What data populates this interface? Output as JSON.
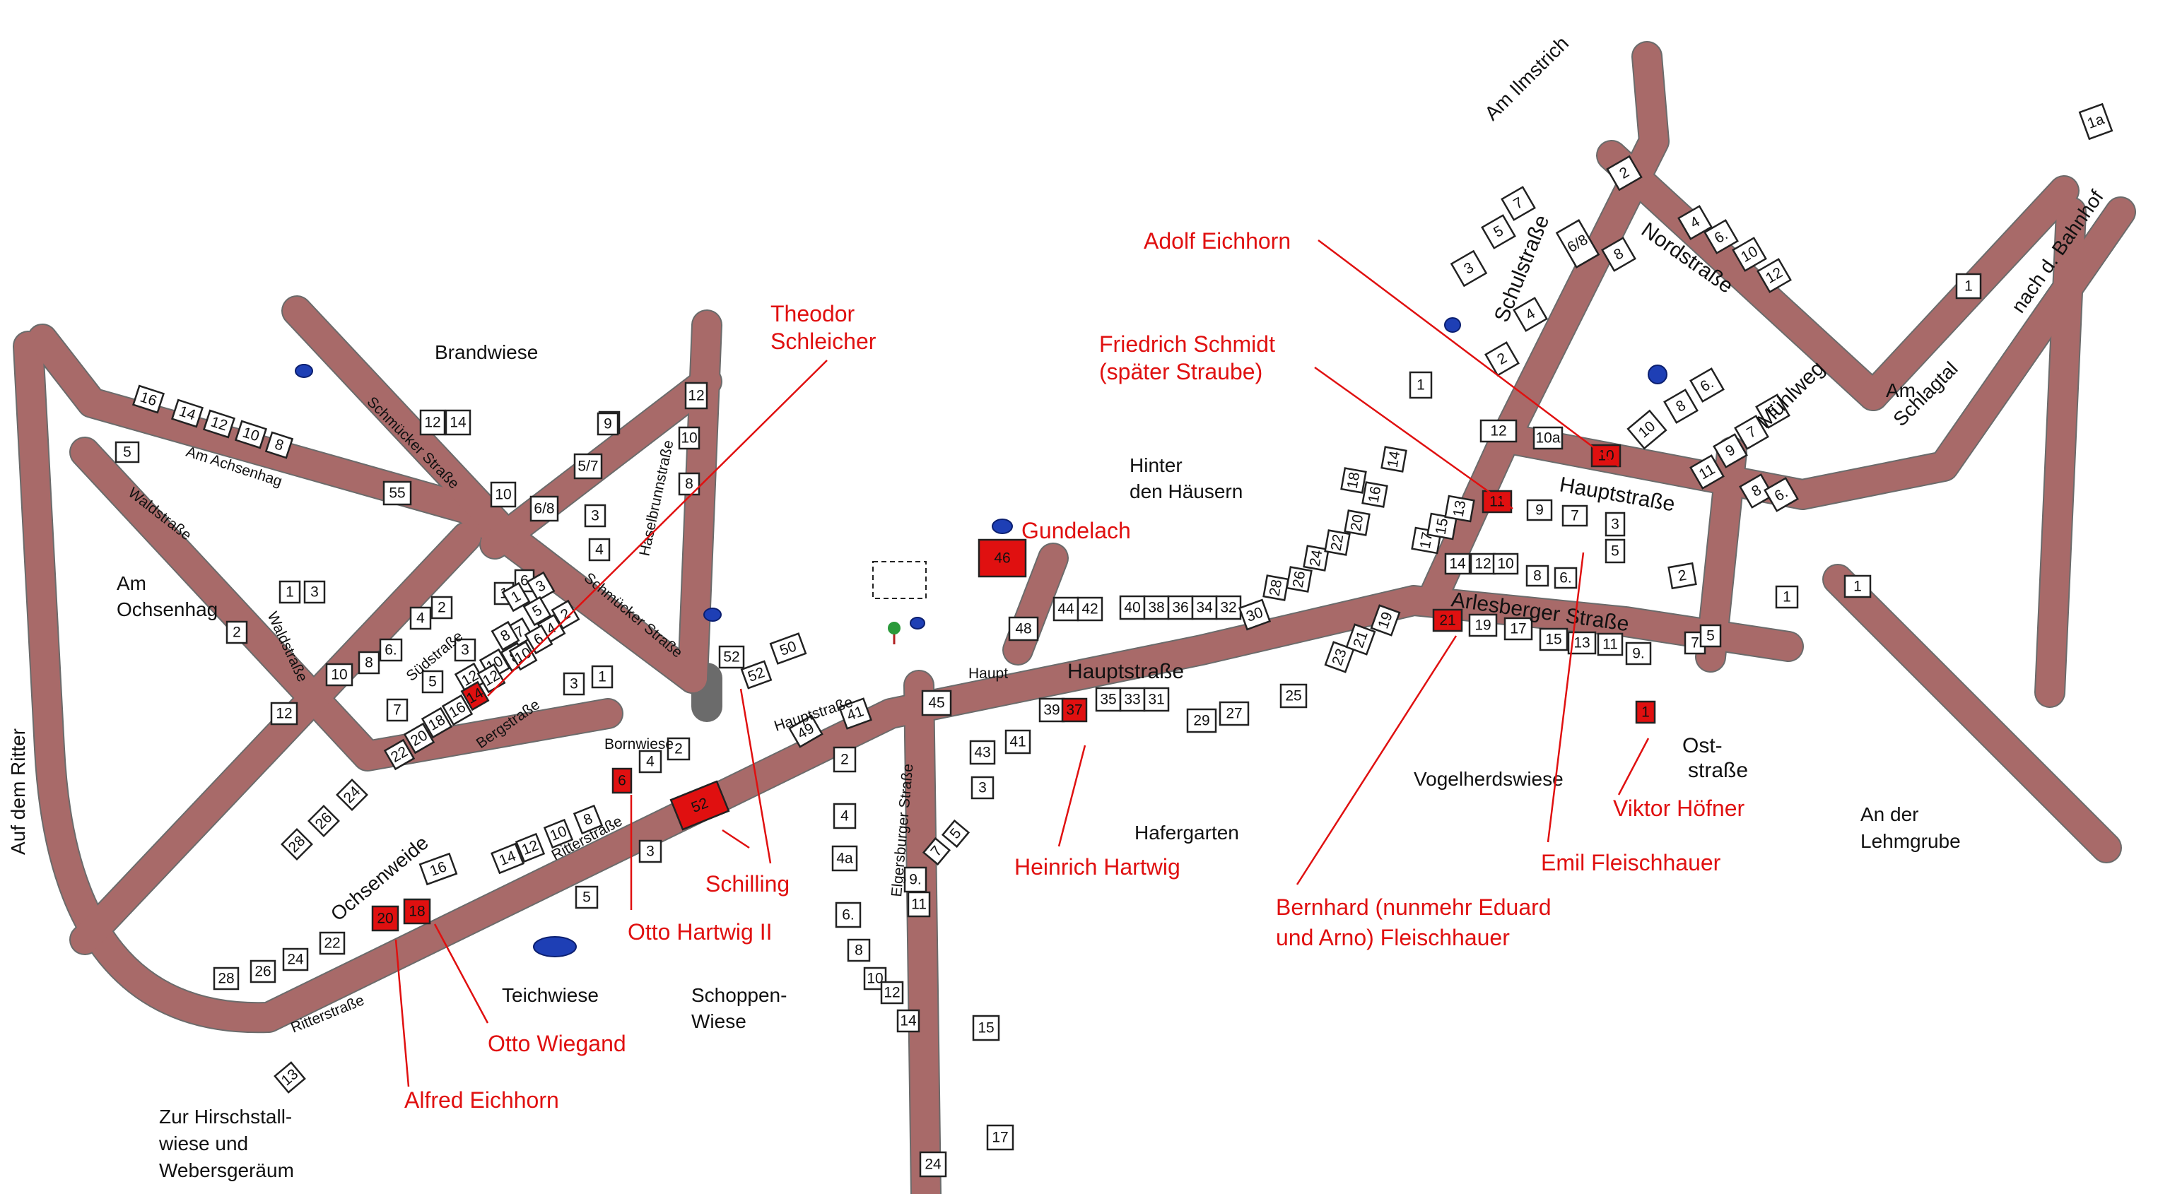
{
  "areas": {
    "brandwiese": "Brandwiese",
    "am_ochsenhag_1": "Am",
    "am_ochsenhag_2": "Ochsenhag",
    "auf_dem_ritter": "Auf dem Ritter",
    "ochsenweide": "Ochsenweide",
    "teichwiese": "Teichwiese",
    "schoppen_1": "Schoppen-",
    "schoppen_2": "Wiese",
    "bornwiese": "Bornwiese",
    "hinter_1": "Hinter",
    "hinter_2": "den Häusern",
    "hafergarten": "Hafergarten",
    "vogelherdswiese": "Vogelherdswiese",
    "am_ilmstrich": "Am Ilmstrich",
    "am_schlagtal_1": "Am",
    "am_schlagtal_2": "Schlagtal",
    "nach_bahnhof": "nach d. Bahnhof",
    "lehmgrube_1": "An der",
    "lehmgrube_2": "Lehmgrube",
    "hirsch_1": "Zur Hirschstall-",
    "hirsch_2": "wiese und",
    "hirsch_3": "Webersgeräum"
  },
  "streets": {
    "schmuecker_1": "Schmücker Straße",
    "schmuecker_2": "Schmücker Straße",
    "haselbrunn": "Haselbrunnstraße",
    "am_achsenhag": "Am Achsenhag",
    "waldstrasse_1": "Waldstraße",
    "waldstrasse_2": "Waldstraße",
    "suedstrasse": "Südstraße",
    "bergstrasse": "Bergstraße",
    "ritterstrasse_1": "Ritterstraße",
    "ritterstrasse_2": "Ritterstraße",
    "hauptstrasse_1": "Hauptstraße",
    "haupt_short": "Haupt",
    "hauptstrasse_2": "Hauptstraße",
    "hauptstrasse_3": "Hauptstraße",
    "elgersburger": "Elgersburger Straße",
    "arlesberger": "Arlesberger Straße",
    "schulstrasse": "Schulstraße",
    "nordstrasse": "Nordstraße",
    "muehlweg": "Mühlweg",
    "oststrasse_1": "Ost-",
    "oststrasse_2": "straße"
  },
  "owners": {
    "theodor_1": "Theodor",
    "theodor_2": "Schleicher",
    "gundelach": "Gundelach",
    "schilling": "Schilling",
    "otto_hartwig": "Otto Hartwig II",
    "otto_wiegand": "Otto Wiegand",
    "alfred": "Alfred Eichhorn",
    "heinrich": "Heinrich Hartwig",
    "adolf": "Adolf Eichhorn",
    "friedrich_1": "Friedrich Schmidt",
    "friedrich_2": "(später Straube)",
    "bernhard_1": "Bernhard (nunmehr Eduard",
    "bernhard_2": "und Arno) Fleischhauer",
    "emil": "Emil Fleischhauer",
    "viktor": "Viktor Höfner"
  },
  "houses": {
    "h16a": "16",
    "h14a": "14",
    "h12a": "12",
    "h10a": "10",
    "h8a": "8",
    "h5a": "5",
    "h55": "55",
    "h12b": "12",
    "h14b": "14",
    "h1a": "1",
    "h3a": "3",
    "h2a": "2",
    "h12c": "12",
    "h10b": "10",
    "h8b": "8",
    "h6a": "6.",
    "h4a": "4",
    "h2b": "2",
    "h3b": "3",
    "h5b": "5",
    "h7a": "7",
    "h1b": "1",
    "h6b": "6",
    "h9a": "9",
    "h8c": "8",
    "h10c": "10",
    "h12d": "12",
    "h10d": "10",
    "h6_8": "6/8",
    "h5_7": "5/7",
    "h3c": "3",
    "h9b": "9",
    "h4b": "4",
    "h1c": "1",
    "h3d": "3",
    "h5c": "5",
    "h7b": "7",
    "h8d": "8",
    "h10e": "10",
    "h12e": "12",
    "h14red": "14",
    "h16b": "16",
    "h18a": "18",
    "h20a": "20",
    "h22a": "22",
    "h2c": "2",
    "h4c": "4",
    "h6c": "6",
    "h8e": "8",
    "h10f": "10",
    "h12f": "12",
    "h28a": "28",
    "h26a": "26",
    "h24a": "24",
    "h16c": "16",
    "h14c": "14",
    "h12g": "12",
    "h10g": "10",
    "h8f": "8",
    "h6red": "6",
    "h4d": "4",
    "h2d": "2",
    "h3e": "3",
    "h5d": "5",
    "h28b": "28",
    "h26b": "26",
    "h24b": "24",
    "h22b": "22",
    "h20red": "20",
    "h18red": "18",
    "h13": "13",
    "h3f": "3",
    "h1d": "1",
    "h52red": "52",
    "h52b": "52",
    "h52c": "52",
    "h50": "50",
    "h49": "49",
    "h41": "41",
    "h2e": "2",
    "h4e": "4",
    "h4a2": "4a",
    "h6d": "6.",
    "h8g": "8",
    "h10h": "10",
    "h12h": "12",
    "h14d": "14",
    "h9c": "9.",
    "h11a": "11",
    "h15": "15",
    "h17": "17",
    "h24c": "24",
    "h45": "45",
    "h43": "43",
    "h3g": "3",
    "h5e": "5",
    "h7c": "7",
    "h46red": "46",
    "h48": "48",
    "h44": "44",
    "h42": "42",
    "h40": "40",
    "h38": "38",
    "h36": "36",
    "h34": "34",
    "h32": "32",
    "h30": "30",
    "h41b": "41",
    "h39": "39",
    "h37red": "37",
    "h35": "35",
    "h33": "33",
    "h31": "31",
    "h29": "29",
    "h27": "27",
    "h25": "25",
    "h28c": "28",
    "h26c": "26",
    "h24d": "24",
    "h22c": "22",
    "h20b": "20",
    "h18b": "18",
    "h16d": "16",
    "h14e": "14",
    "h23": "23",
    "h21b": "21",
    "h19a": "19",
    "h17b": "17",
    "h15b": "15",
    "h13b": "13",
    "h14f": "14",
    "h12i": "12",
    "h10i": "10",
    "h8h": "8",
    "h6e": "6.",
    "h11red": "11",
    "h9d": "9",
    "h7d": "7",
    "h3h": "3",
    "h5f": "5",
    "h21red": "21",
    "h19b": "19",
    "h17c": "17",
    "h15c": "15",
    "h13c": "13",
    "h11b": "11",
    "h9e": "9.",
    "h7e": "7",
    "h5g": "5",
    "h1red": "1",
    "h2f": "2",
    "h1e": "1",
    "h1f": "1",
    "h1g": "1",
    "h3i": "3",
    "h5h": "5",
    "h7f": "7",
    "h4f": "4",
    "h2g": "2",
    "h12j": "12",
    "h10a2": "10a",
    "h10red": "10",
    "h10j": "10",
    "h8i": "8",
    "h6f": "6.",
    "h2h": "2",
    "h6_8b": "6/8",
    "h8j": "8",
    "h4g": "4",
    "h6g": "6.",
    "h10k": "10",
    "h12k": "12",
    "h11c": "11",
    "h9f": "9",
    "h7g": "7",
    "h5i": "5",
    "h8k": "8",
    "h6h": "6.",
    "h1h": "1",
    "h1a2": "1a"
  }
}
